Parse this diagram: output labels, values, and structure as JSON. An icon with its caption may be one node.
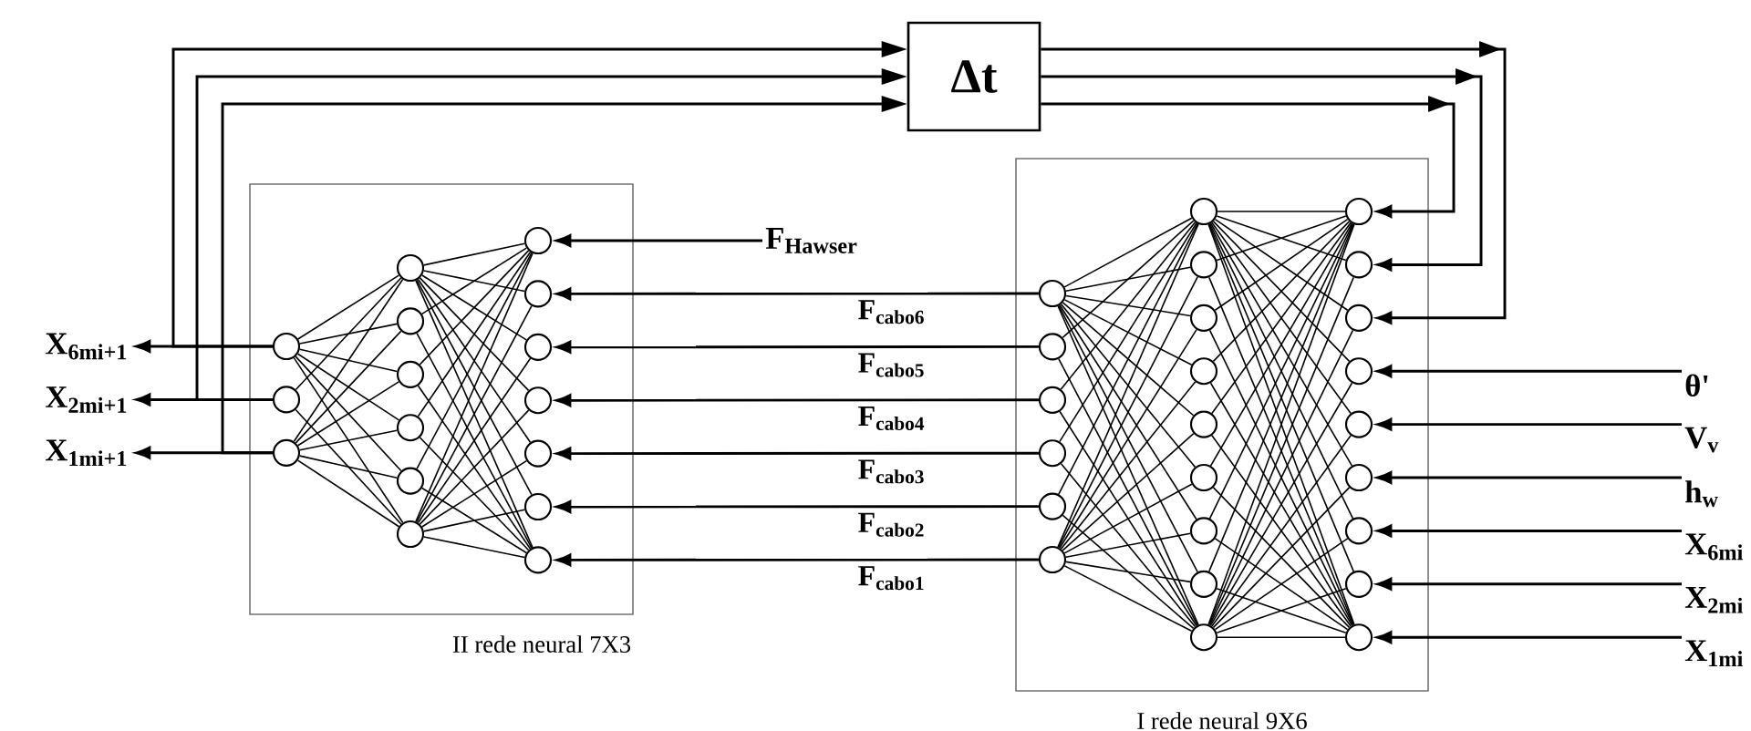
{
  "diagram": {
    "nodes": [
      {
        "text": [
          "Δt"
        ]
      },
      {
        "text": [
          "II rede neural 7X3"
        ]
      },
      {
        "text": [
          "I rede neural 9X6"
        ]
      },
      {
        "text": [],
        "shape": "circle",
        "in": 1
      },
      {
        "text": [],
        "shape": "circle",
        "in": 1
      },
      {
        "text": [],
        "shape": "circle",
        "in": 1
      },
      {
        "text": [],
        "shape": "circle",
        "in": 1
      },
      {
        "text": [],
        "shape": "circle",
        "in": 1
      },
      {
        "text": [],
        "shape": "circle",
        "in": 1
      },
      {
        "text": [],
        "shape": "circle",
        "in": 1
      },
      {
        "text": [],
        "shape": "circle",
        "in": 1
      },
      {
        "text": [],
        "shape": "circle",
        "in": 1
      },
      {
        "text": [],
        "shape": "circle",
        "in": 1
      },
      {
        "text": [],
        "shape": "circle",
        "in": 1
      },
      {
        "text": [],
        "shape": "circle",
        "in": 1
      },
      {
        "text": [],
        "shape": "circle",
        "in": 1
      },
      {
        "text": [],
        "shape": "circle",
        "in": 1
      },
      {
        "text": [],
        "shape": "circle",
        "in": 1
      },
      {
        "text": [],
        "shape": "circle",
        "in": 1
      },
      {
        "text": [],
        "shape": "circle",
        "in": 2
      },
      {
        "text": [],
        "shape": "circle",
        "in": 2
      },
      {
        "text": [],
        "shape": "circle",
        "in": 2
      },
      {
        "text": [],
        "shape": "circle",
        "in": 2
      },
      {
        "text": [],
        "shape": "circle",
        "in": 2
      },
      {
        "text": [],
        "shape": "circle",
        "in": 2
      },
      {
        "text": [],
        "shape": "circle",
        "in": 2
      },
      {
        "text": [],
        "shape": "circle",
        "in": 2
      },
      {
        "text": [],
        "shape": "circle",
        "in": 2
      },
      {
        "text": [],
        "shape": "circle",
        "in": 2
      },
      {
        "text": [],
        "shape": "circle",
        "in": 2
      },
      {
        "text": [],
        "shape": "circle",
        "in": 2
      },
      {
        "text": [],
        "shape": "circle",
        "in": 2
      },
      {
        "text": [],
        "shape": "circle",
        "in": 2
      },
      {
        "text": [],
        "shape": "circle",
        "in": 2
      },
      {
        "text": [],
        "shape": "circle",
        "in": 2
      },
      {
        "text": [],
        "shape": "circle",
        "in": 2
      },
      {
        "text": [],
        "shape": "circle",
        "in": 2
      },
      {
        "text": [],
        "shape": "circle",
        "in": 2
      },
      {
        "text": [],
        "shape": "circle",
        "in": 2
      },
      {
        "text": [],
        "shape": "circle",
        "in": 2
      },
      {
        "text": [],
        "shape": "circle",
        "in": 2
      },
      {
        "text": [],
        "shape": "circle",
        "in": 2
      },
      {
        "text": [],
        "shape": "circle",
        "in": 2
      },
      {
        "text": [
          "X$_{6mi+1}$"
        ]
      },
      {
        "text": [
          "X$_{2mi+1}$"
        ]
      },
      {
        "text": [
          "X$_{1mi+1}$"
        ]
      },
      {
        "text": [
          "F$_{Hawser}$"
        ]
      },
      {
        "text": [
          "θ'"
        ]
      },
      {
        "text": [
          "V$_{v}$"
        ]
      },
      {
        "text": [
          "h$_{w}$"
        ]
      },
      {
        "text": [
          "X$_{6mi}$"
        ]
      },
      {
        "text": [
          "X$_{2mi}$"
        ]
      },
      {
        "text": [
          "X$_{1mi}$"
        ]
      }
    ],
    "edges": [
      {
        "from": 47,
        "to": 22,
        "arrow": "to"
      },
      {
        "from": 48,
        "to": 23,
        "arrow": "to"
      },
      {
        "from": 49,
        "to": 24,
        "arrow": "to"
      },
      {
        "from": 50,
        "to": 25,
        "arrow": "to"
      },
      {
        "from": 51,
        "to": 26,
        "arrow": "to"
      },
      {
        "from": 52,
        "to": 27,
        "arrow": "to"
      },
      {
        "from": 0,
        "to": 19,
        "arrow": "to"
      },
      {
        "from": 0,
        "to": 20,
        "arrow": "to"
      },
      {
        "from": 0,
        "to": 21,
        "arrow": "to"
      },
      {
        "from": 37,
        "to": 4,
        "arrow": "to",
        "label": "F$_{cabo6}$"
      },
      {
        "from": 38,
        "to": 5,
        "arrow": "to",
        "label": "F$_{cabo5}$"
      },
      {
        "from": 39,
        "to": 6,
        "arrow": "to",
        "label": "F$_{cabo4}$"
      },
      {
        "from": 40,
        "to": 7,
        "arrow": "to",
        "label": "F$_{cabo3}$"
      },
      {
        "from": 41,
        "to": 8,
        "arrow": "to",
        "label": "F$_{cabo2}$"
      },
      {
        "from": 42,
        "to": 9,
        "arrow": "to",
        "label": "F$_{cabo1}$"
      },
      {
        "from": 46,
        "to": 3,
        "arrow": "to"
      },
      {
        "from": 16,
        "to": 43,
        "arrow": "to"
      },
      {
        "from": 17,
        "to": 44,
        "arrow": "to"
      },
      {
        "from": 18,
        "to": 45,
        "arrow": "to"
      },
      {
        "from": 16,
        "to": 0,
        "arrow": "to"
      },
      {
        "from": 17,
        "to": 0,
        "arrow": "to"
      },
      {
        "from": 18,
        "to": 0,
        "arrow": "to"
      },
      {
        "from": 3,
        "to": 10,
        "arrow": "none"
      },
      {
        "from": 3,
        "to": 11,
        "arrow": "none"
      },
      {
        "from": 3,
        "to": 12,
        "arrow": "none"
      },
      {
        "from": 3,
        "to": 13,
        "arrow": "none"
      },
      {
        "from": 3,
        "to": 14,
        "arrow": "none"
      },
      {
        "from": 3,
        "to": 15,
        "arrow": "none"
      },
      {
        "from": 4,
        "to": 10,
        "arrow": "none"
      },
      {
        "from": 4,
        "to": 15,
        "arrow": "none"
      },
      {
        "from": 5,
        "to": 10,
        "arrow": "none"
      },
      {
        "from": 5,
        "to": 15,
        "arrow": "none"
      },
      {
        "from": 6,
        "to": 10,
        "arrow": "none"
      },
      {
        "from": 6,
        "to": 15,
        "arrow": "none"
      },
      {
        "from": 7,
        "to": 10,
        "arrow": "none"
      },
      {
        "from": 7,
        "to": 15,
        "arrow": "none"
      },
      {
        "from": 8,
        "to": 10,
        "arrow": "none"
      },
      {
        "from": 8,
        "to": 15,
        "arrow": "none"
      },
      {
        "from": 9,
        "to": 10,
        "arrow": "none"
      },
      {
        "from": 9,
        "to": 11,
        "arrow": "none"
      },
      {
        "from": 9,
        "to": 12,
        "arrow": "none"
      },
      {
        "from": 9,
        "to": 13,
        "arrow": "none"
      },
      {
        "from": 9,
        "to": 14,
        "arrow": "none"
      },
      {
        "from": 9,
        "to": 15,
        "arrow": "none"
      },
      {
        "from": 10,
        "to": 16,
        "arrow": "none"
      },
      {
        "from": 10,
        "to": 17,
        "arrow": "none"
      },
      {
        "from": 10,
        "to": 18,
        "arrow": "none"
      },
      {
        "from": 11,
        "to": 16,
        "arrow": "none"
      },
      {
        "from": 11,
        "to": 18,
        "arrow": "none"
      },
      {
        "from": 12,
        "to": 16,
        "arrow": "none"
      },
      {
        "from": 12,
        "to": 18,
        "arrow": "none"
      },
      {
        "from": 13,
        "to": 16,
        "arrow": "none"
      },
      {
        "from": 13,
        "to": 18,
        "arrow": "none"
      },
      {
        "from": 14,
        "to": 16,
        "arrow": "none"
      },
      {
        "from": 14,
        "to": 18,
        "arrow": "none"
      },
      {
        "from": 15,
        "to": 16,
        "arrow": "none"
      },
      {
        "from": 15,
        "to": 17,
        "arrow": "none"
      },
      {
        "from": 15,
        "to": 18,
        "arrow": "none"
      },
      {
        "from": 19,
        "to": 28,
        "arrow": "none"
      },
      {
        "from": 19,
        "to": 29,
        "arrow": "none"
      },
      {
        "from": 19,
        "to": 30,
        "arrow": "none"
      },
      {
        "from": 19,
        "to": 31,
        "arrow": "none"
      },
      {
        "from": 19,
        "to": 32,
        "arrow": "none"
      },
      {
        "from": 19,
        "to": 33,
        "arrow": "none"
      },
      {
        "from": 19,
        "to": 34,
        "arrow": "none"
      },
      {
        "from": 19,
        "to": 35,
        "arrow": "none"
      },
      {
        "from": 19,
        "to": 36,
        "arrow": "none"
      },
      {
        "from": 20,
        "to": 28,
        "arrow": "none"
      },
      {
        "from": 20,
        "to": 36,
        "arrow": "none"
      },
      {
        "from": 21,
        "to": 28,
        "arrow": "none"
      },
      {
        "from": 21,
        "to": 36,
        "arrow": "none"
      },
      {
        "from": 22,
        "to": 28,
        "arrow": "none"
      },
      {
        "from": 22,
        "to": 36,
        "arrow": "none"
      },
      {
        "from": 23,
        "to": 28,
        "arrow": "none"
      },
      {
        "from": 23,
        "to": 36,
        "arrow": "none"
      },
      {
        "from": 24,
        "to": 28,
        "arrow": "none"
      },
      {
        "from": 24,
        "to": 36,
        "arrow": "none"
      },
      {
        "from": 25,
        "to": 28,
        "arrow": "none"
      },
      {
        "from": 25,
        "to": 36,
        "arrow": "none"
      },
      {
        "from": 26,
        "to": 28,
        "arrow": "none"
      },
      {
        "from": 26,
        "to": 36,
        "arrow": "none"
      },
      {
        "from": 27,
        "to": 28,
        "arrow": "none"
      },
      {
        "from": 27,
        "to": 29,
        "arrow": "none"
      },
      {
        "from": 27,
        "to": 30,
        "arrow": "none"
      },
      {
        "from": 27,
        "to": 31,
        "arrow": "none"
      },
      {
        "from": 27,
        "to": 32,
        "arrow": "none"
      },
      {
        "from": 27,
        "to": 33,
        "arrow": "none"
      },
      {
        "from": 27,
        "to": 34,
        "arrow": "none"
      },
      {
        "from": 27,
        "to": 35,
        "arrow": "none"
      },
      {
        "from": 27,
        "to": 36,
        "arrow": "none"
      },
      {
        "from": 28,
        "to": 37,
        "arrow": "none"
      },
      {
        "from": 28,
        "to": 38,
        "arrow": "none"
      },
      {
        "from": 28,
        "to": 39,
        "arrow": "none"
      },
      {
        "from": 28,
        "to": 40,
        "arrow": "none"
      },
      {
        "from": 28,
        "to": 41,
        "arrow": "none"
      },
      {
        "from": 28,
        "to": 42,
        "arrow": "none"
      },
      {
        "from": 29,
        "to": 37,
        "arrow": "none"
      },
      {
        "from": 29,
        "to": 42,
        "arrow": "none"
      },
      {
        "from": 30,
        "to": 37,
        "arrow": "none"
      },
      {
        "from": 30,
        "to": 42,
        "arrow": "none"
      },
      {
        "from": 31,
        "to": 37,
        "arrow": "none"
      },
      {
        "from": 31,
        "to": 42,
        "arrow": "none"
      },
      {
        "from": 32,
        "to": 37,
        "arrow": "none"
      },
      {
        "from": 32,
        "to": 42,
        "arrow": "none"
      },
      {
        "from": 33,
        "to": 37,
        "arrow": "none"
      },
      {
        "from": 33,
        "to": 42,
        "arrow": "none"
      },
      {
        "from": 34,
        "to": 37,
        "arrow": "none"
      },
      {
        "from": 34,
        "to": 42,
        "arrow": "none"
      },
      {
        "from": 35,
        "to": 37,
        "arrow": "none"
      },
      {
        "from": 35,
        "to": 42,
        "arrow": "none"
      },
      {
        "from": 36,
        "to": 37,
        "arrow": "none"
      },
      {
        "from": 36,
        "to": 38,
        "arrow": "none"
      },
      {
        "from": 36,
        "to": 39,
        "arrow": "none"
      },
      {
        "from": 36,
        "to": 40,
        "arrow": "none"
      },
      {
        "from": 36,
        "to": 41,
        "arrow": "none"
      },
      {
        "from": 36,
        "to": 42,
        "arrow": "none"
      }
    ]
  }
}
